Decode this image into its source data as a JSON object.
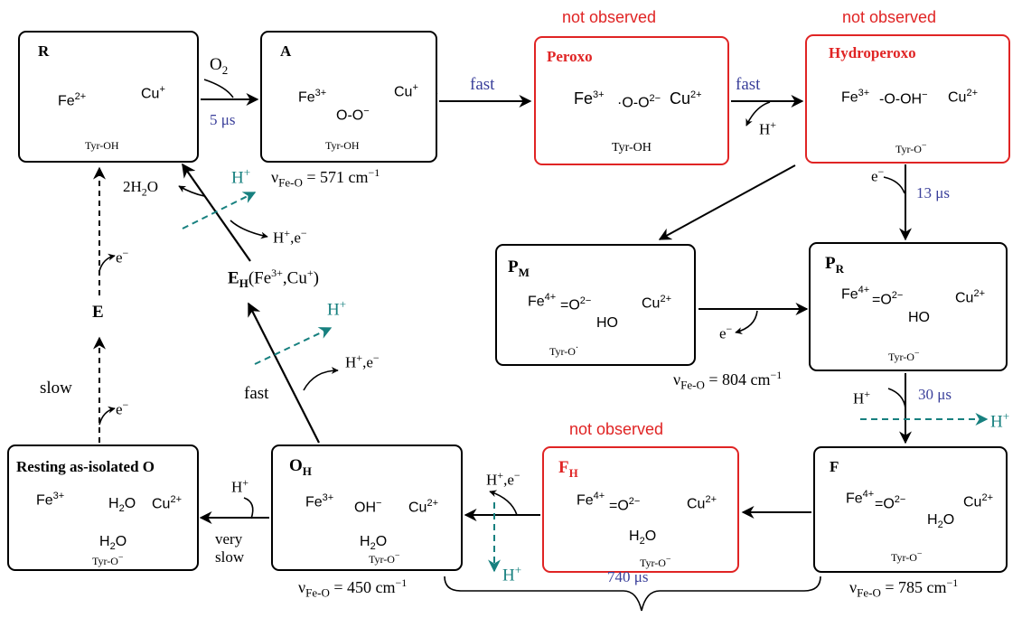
{
  "states": {
    "R": {
      "name": "R",
      "fe": "Fe",
      "fe_ox": "2+",
      "cu": "Cu",
      "cu_ox": "+",
      "tyr": "Tyr-OH"
    },
    "A": {
      "name": "A",
      "fe": "Fe",
      "fe_ox": "3+",
      "ligand": "O-O",
      "ligand_ch": "−",
      "cu": "Cu",
      "cu_ox": "+",
      "tyr": "Tyr-OH",
      "freq": "571 cm",
      "freq_exp": "−1"
    },
    "Peroxo": {
      "name": "Peroxo",
      "status": "not observed",
      "fe": "Fe",
      "fe_ox": "3+",
      "ligand": "·O-O",
      "ligand_ch": "2−",
      "cu": "Cu",
      "cu_ox": "2+",
      "tyr": "Tyr-OH"
    },
    "Hydroperoxo": {
      "name": "Hydroperoxo",
      "status": "not observed",
      "fe": "Fe",
      "fe_ox": "3+",
      "ligand": "-O-OH",
      "ligand_ch": "−",
      "cu": "Cu",
      "cu_ox": "2+",
      "tyr": "Tyr-O",
      "tyr_ch": "−"
    },
    "PM": {
      "name": "P",
      "sub": "M",
      "fe": "Fe",
      "fe_ox": "4+",
      "ligand": "=O",
      "ligand_ch": "2−",
      "ho": "HO",
      "cu": "Cu",
      "cu_ox": "2+",
      "tyr": "Tyr-O",
      "tyr_ch": "·",
      "freq": "804 cm",
      "freq_exp": "−1"
    },
    "PR": {
      "name": "P",
      "sub": "R",
      "fe": "Fe",
      "fe_ox": "4+",
      "ligand": "=O",
      "ligand_ch": "2−",
      "ho": "HO",
      "cu": "Cu",
      "cu_ox": "2+",
      "tyr": "Tyr-O",
      "tyr_ch": "−"
    },
    "F": {
      "name": "F",
      "fe": "Fe",
      "fe_ox": "4+",
      "ligand": "=O",
      "ligand_ch": "2−",
      "h2o": "H",
      "h2o_sub": "2",
      "h2o_o": "O",
      "cu": "Cu",
      "cu_ox": "2+",
      "tyr": "Tyr-O",
      "tyr_ch": "−",
      "freq": "785 cm",
      "freq_exp": "−1"
    },
    "FH": {
      "name": "F",
      "sub": "H",
      "status": "not observed",
      "fe": "Fe",
      "fe_ox": "4+",
      "ligand": "=O",
      "ligand_ch": "2−",
      "h2o": "H",
      "h2o_sub": "2",
      "h2o_o": "O",
      "cu": "Cu",
      "cu_ox": "2+",
      "tyr": "Tyr-O",
      "tyr_ch": "−"
    },
    "OH": {
      "name": "O",
      "sub": "H",
      "fe": "Fe",
      "fe_ox": "3+",
      "ligand": "OH",
      "ligand_ch": "−",
      "h2o": "H",
      "h2o_sub": "2",
      "h2o_o": "O",
      "cu": "Cu",
      "cu_ox": "2+",
      "tyr": "Tyr-O",
      "tyr_ch": "−",
      "freq": "450 cm",
      "freq_exp": "−1"
    },
    "O": {
      "name": "Resting as-isolated O",
      "fe": "Fe",
      "fe_ox": "3+",
      "h2o_a": "H",
      "h2o_a_sub": "2",
      "h2o_a_o": "O",
      "h2o_b": "H",
      "h2o_b_sub": "2",
      "h2o_b_o": "O",
      "cu": "Cu",
      "cu_ox": "2+",
      "tyr": "Tyr-O",
      "tyr_ch": "−"
    }
  },
  "freq_prefix": "ν",
  "freq_sub": "Fe-O",
  "freq_eq": " = ",
  "transitions": {
    "r_a_reagent": "O",
    "r_a_reagent_sub": "2",
    "r_a_time": "5 μs",
    "a_peroxo": "fast",
    "peroxo_hydro": "fast",
    "peroxo_hydro_h": "H",
    "peroxo_hydro_h_ch": "+",
    "hydro_pr_e": "e",
    "hydro_pr_e_ch": "−",
    "hydro_pr_time": "13 μs",
    "pm_pr_e": "e",
    "pm_pr_e_ch": "−",
    "pr_f_h": "H",
    "pr_f_h_ch": "+",
    "pr_f_time": "30 μs",
    "pr_f_hout": "H",
    "pr_f_hout_ch": "+",
    "fh_oh_he": "H",
    "fh_oh_he_ch": "+",
    "fh_oh_he_e": ",e",
    "fh_oh_he_e_ch": "−",
    "fh_oh_hout": "H",
    "fh_oh_hout_ch": "+",
    "oh_o_h": "H",
    "oh_o_h_ch": "+",
    "oh_o_speed1": "very",
    "oh_o_speed2": "slow",
    "oh_eh_he": "H",
    "oh_eh_he_ch": "+",
    "oh_eh_he_e": ",e",
    "oh_eh_he_e_ch": "−",
    "oh_eh_hout": "H",
    "oh_eh_hout_ch": "+",
    "oh_eh_speed": "fast",
    "eh_label": "E",
    "eh_label_sub": "H",
    "eh_label_rest": "(Fe",
    "eh_label_fe_ch": "3+",
    "eh_label_mid": ",Cu",
    "eh_label_cu_ch": "+",
    "eh_label_end": ")",
    "eh_r_he": "H",
    "eh_r_he_ch": "+",
    "eh_r_he_e": ",e",
    "eh_r_he_e_ch": "−",
    "eh_r_hout": "H",
    "eh_r_hout_ch": "+",
    "eh_r_water": "2H",
    "eh_r_water_sub": "2",
    "eh_r_water_o": "O",
    "e_label": "E",
    "e_r_e": "e",
    "e_r_e_ch": "−",
    "o_e_e": "e",
    "o_e_e_ch": "−",
    "o_e_speed": "slow",
    "brace_time": "740 μs"
  },
  "colors": {
    "red": "#e02424",
    "blue": "#3a3f9a",
    "teal": "#17807f",
    "black": "#000000"
  }
}
